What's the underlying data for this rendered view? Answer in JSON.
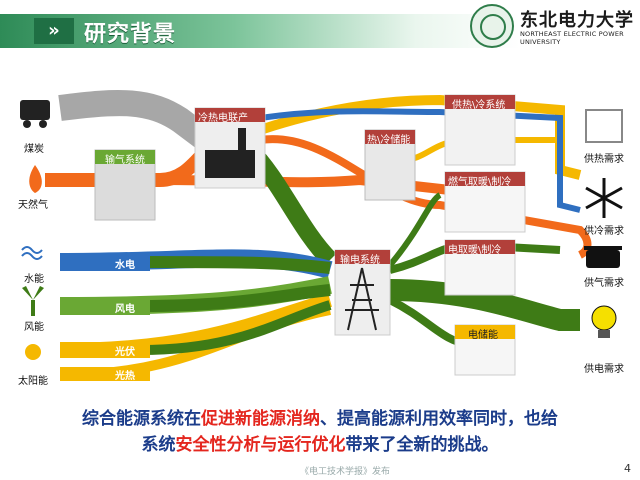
{
  "slide": {
    "title": "研究背景",
    "university_cn": "东北电力大学",
    "university_en": "NORTHEAST ELECTRIC POWER UNIVERSITY",
    "page_number": "4",
    "footer": "《电工技术学报》发布"
  },
  "sources": {
    "coal": "煤炭",
    "gas": "天然气",
    "hydro": "水能",
    "wind": "风能",
    "solar": "太阳能"
  },
  "bars": {
    "hydro_power": "水电",
    "wind_power": "风电",
    "pv": "光伏",
    "solar_thermal": "光热"
  },
  "systems": {
    "gas_system": "输气系统",
    "chp": "冷热电联产",
    "thermal_storage": "热\\冷储能",
    "heat_supply": "供热\\冷系统",
    "gas_heating": "燃气取暖\\制冷",
    "electric_heating": "电取暖\\制冷",
    "power_system": "输电系统",
    "electric_storage": "电储能"
  },
  "demands": {
    "heat": "供热需求",
    "cold": "供冷需求",
    "gas": "供气需求",
    "power": "供电需求"
  },
  "caption": {
    "line1_a": "综合能源系统在",
    "line1_b": "促进新能源消纳",
    "line1_c": "、提高能源利用效率同时，也给",
    "line2_a": "系统",
    "line2_b": "安全性分析与运行优化",
    "line2_c": "带来了全新的挑战。"
  },
  "colors": {
    "coal_flow": "#a7a7a7",
    "gas_flow": "#f26a1b",
    "heat_flow": "#f5b800",
    "cold_flow": "#2f6fc0",
    "power_flow": "#3e7b16",
    "bar_hydro": "#2f6fc0",
    "bar_wind": "#6aa834",
    "bar_pv": "#f5b800",
    "bar_solar_thermal": "#f5b800",
    "accent_red": "#e4261e",
    "caption_blue": "#1b3c8a"
  }
}
